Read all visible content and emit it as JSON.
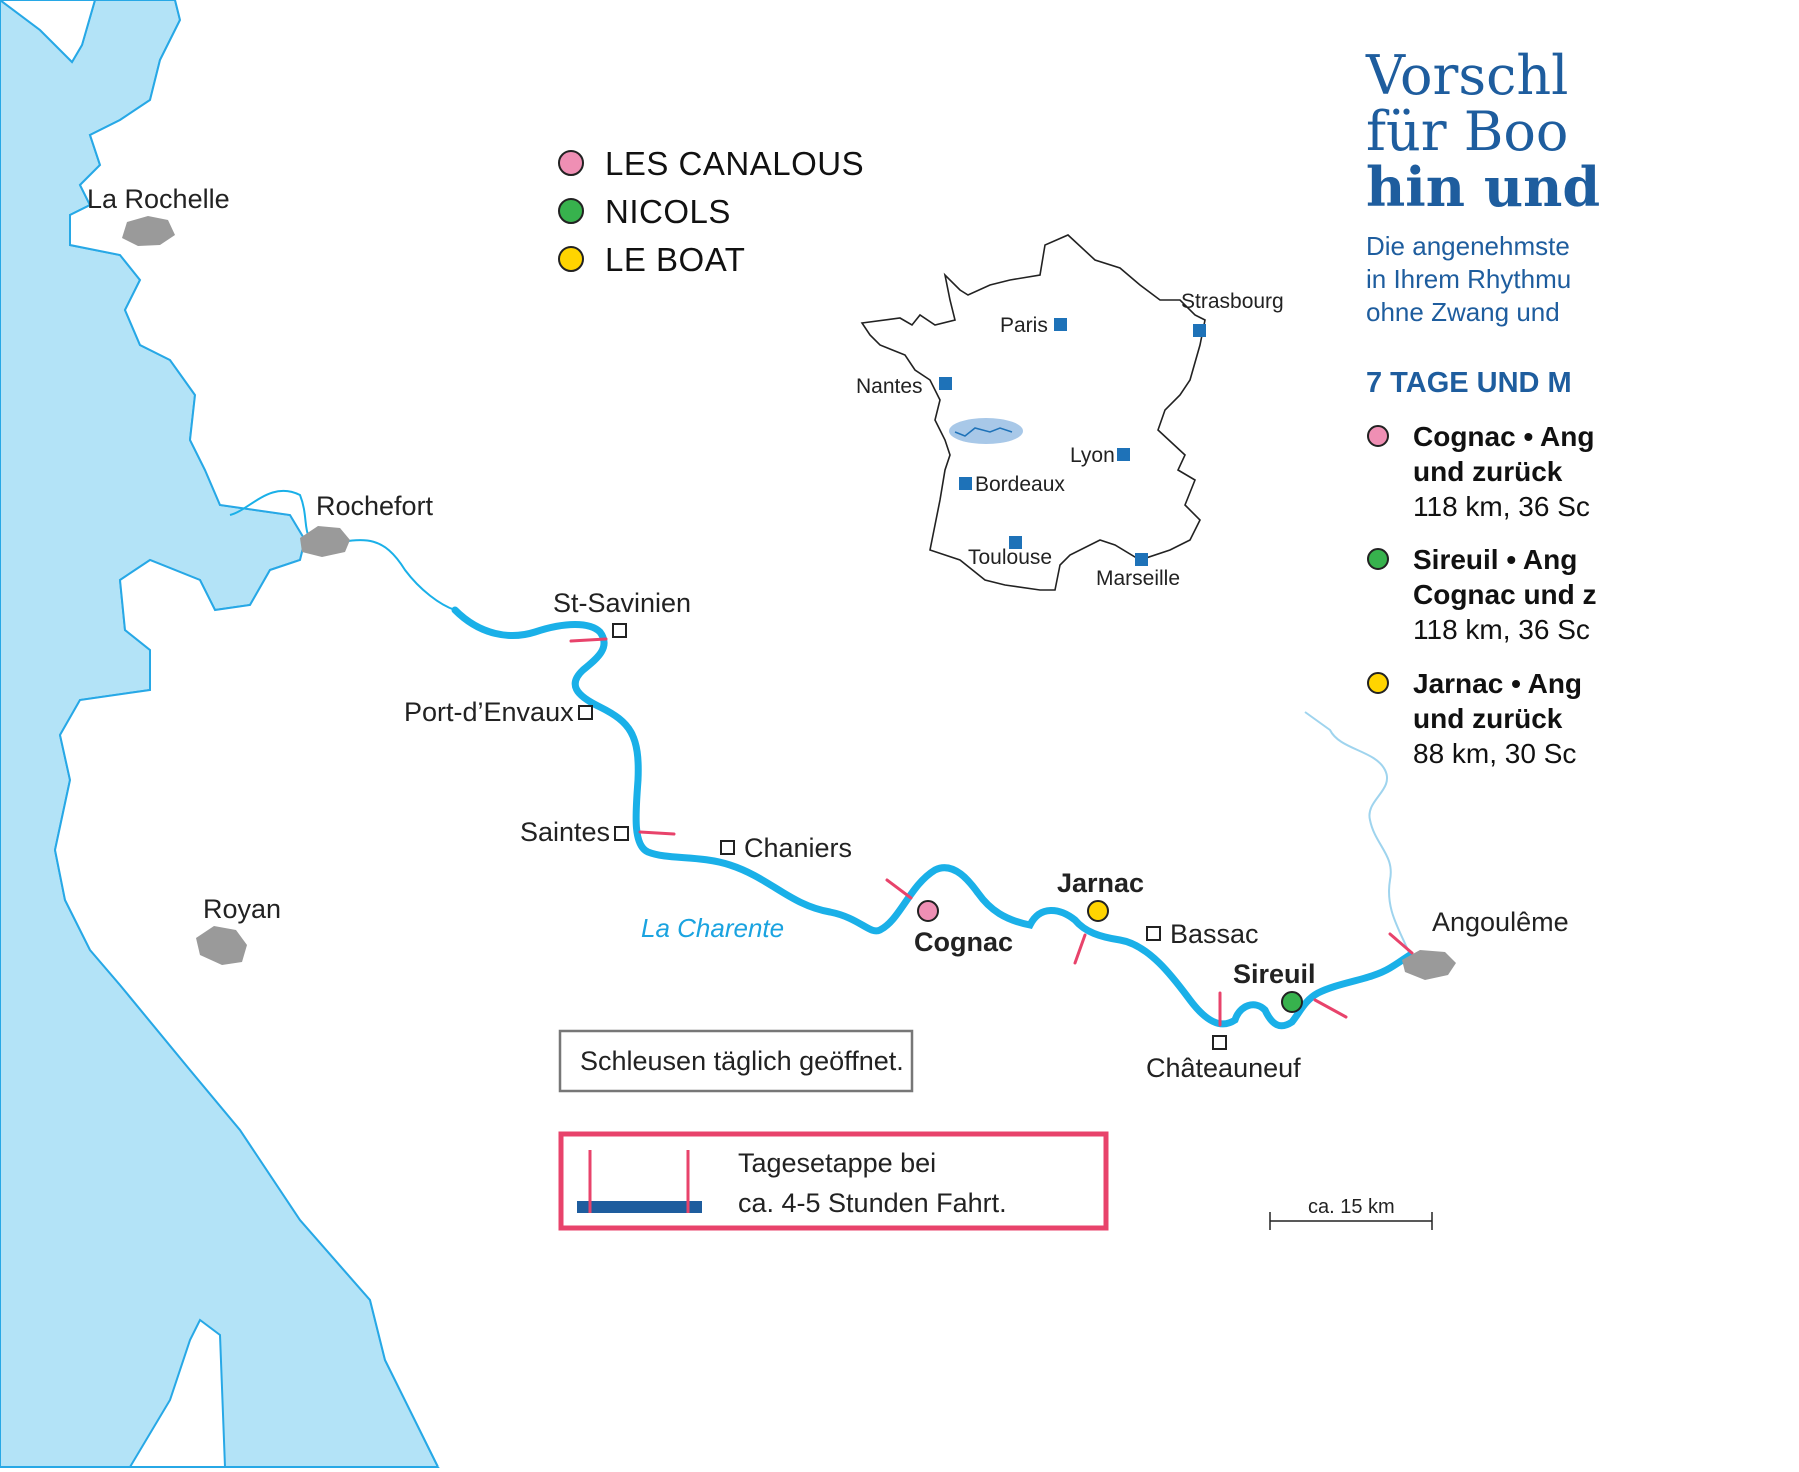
{
  "colors": {
    "sea": "#b3e3f7",
    "river": "#1ab0e8",
    "coast": "#27a8e6",
    "city": "#9a9a9a",
    "stage": "#e8436b",
    "pink": "#ef8fb4",
    "green": "#37b24d",
    "yellow": "#ffd400",
    "title": "#1e5d9e",
    "marker": "#1e72b8"
  },
  "legend": [
    {
      "label": "LES CANALOUS",
      "color": "#ef8fb4"
    },
    {
      "label": "NICOLS",
      "color": "#37b24d"
    },
    {
      "label": "LE BOAT",
      "color": "#ffd400"
    }
  ],
  "places": {
    "la_rochelle": "La Rochelle",
    "rochefort": "Rochefort",
    "royan": "Royan",
    "st_savinien": "St-Savinien",
    "port_envaux": "Port-d’Envaux",
    "saintes": "Saintes",
    "chaniers": "Chaniers",
    "cognac": "Cognac",
    "jarnac": "Jarnac",
    "bassac": "Bassac",
    "sireuil": "Sireuil",
    "chateauneuf": "Châteauneuf",
    "angouleme": "Angoulême"
  },
  "river_name": "La Charente",
  "inset": {
    "paris": "Paris",
    "strasbourg": "Strasbourg",
    "nantes": "Nantes",
    "lyon": "Lyon",
    "bordeaux": "Bordeaux",
    "toulouse": "Toulouse",
    "marseille": "Marseille"
  },
  "locks_note": "Schleusen täglich geöffnet.",
  "stage_legend": {
    "line1": "Tagesetappe bei",
    "line2": "ca. 4-5 Stunden Fahrt."
  },
  "scale": "ca. 15 km",
  "side": {
    "title_lines": [
      "Vorschl",
      "für Boo"
    ],
    "title_bold": "hin und",
    "intro_lines": [
      "Die angenehmste",
      "in Ihrem Rhythmu",
      "ohne Zwang und"
    ],
    "subtitle": "7 TAGE UND M",
    "routes": [
      {
        "color": "#ef8fb4",
        "bold": [
          "Cognac • Ang",
          "und zurück"
        ],
        "detail": "118 km, 36 Sc"
      },
      {
        "color": "#37b24d",
        "bold": [
          "Sireuil • Ang",
          "Cognac und z"
        ],
        "detail": "118 km, 36 Sc"
      },
      {
        "color": "#ffd400",
        "bold": [
          "Jarnac • Ang",
          "und zurück"
        ],
        "detail": "88 km, 30 Sc"
      }
    ]
  }
}
